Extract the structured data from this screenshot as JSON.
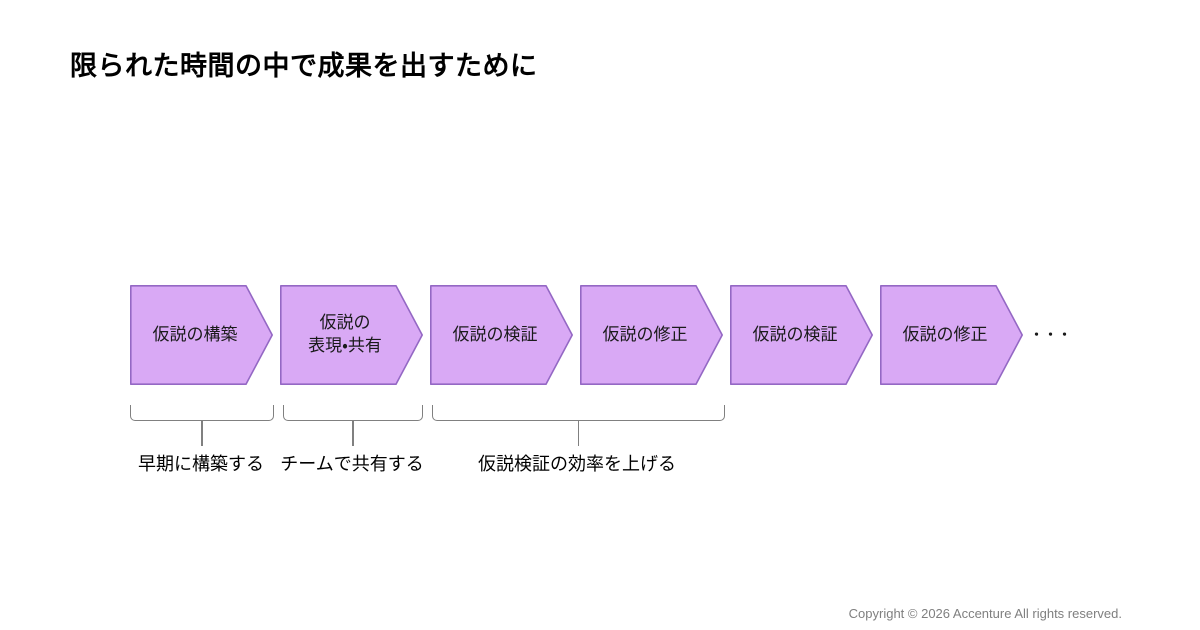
{
  "page": {
    "title": "限られた時間の中で成果を出すために",
    "copyright": "Copyright © 2026 Accenture All rights reserved.",
    "background": "#FFFFFF"
  },
  "flow": {
    "type": "process-chevron-sequence",
    "steps": [
      {
        "label": "仮説の構築"
      },
      {
        "label": "仮説の\n表現・共有"
      },
      {
        "label": "仮説の検証"
      },
      {
        "label": "仮説の修正"
      },
      {
        "label": "仮説の検証"
      },
      {
        "label": "仮説の修正"
      }
    ],
    "ellipsis": "・・・",
    "fill_color": "#D9A9F5",
    "border_color": "#9468C4"
  },
  "annotations": [
    {
      "label": "早期に構築する",
      "covers_steps": [
        0
      ]
    },
    {
      "label": "チームで共有する",
      "covers_steps": [
        1
      ]
    },
    {
      "label": "仮説検証の効率を上げる",
      "covers_steps": [
        2,
        3
      ]
    }
  ],
  "colors": {
    "title_text": "#000000",
    "step_text": "#1A1A1A",
    "bracket_line": "#808080",
    "annotation_text": "#000000",
    "copyright_text": "#7F7F7F"
  }
}
